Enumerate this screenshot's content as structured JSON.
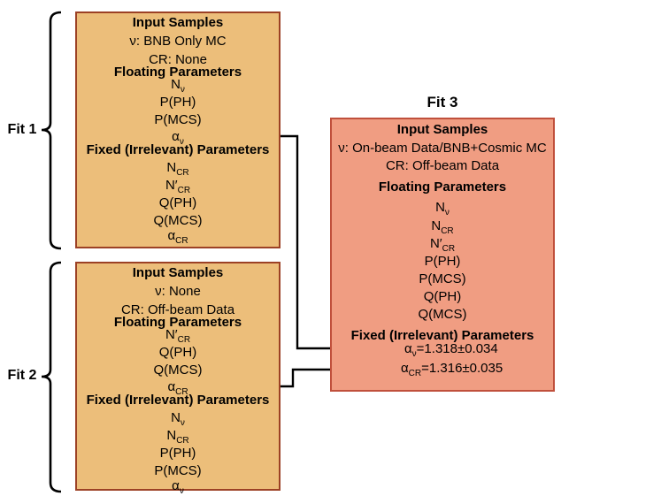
{
  "colors": {
    "tan_fill": "#ecbe7a",
    "tan_border": "#9c4125",
    "salmon_fill": "#f09d82",
    "salmon_border": "#c0503c",
    "connector": "#000000"
  },
  "fit1": {
    "label": "Fit 1",
    "input_header": "Input Samples",
    "nu_sample": "ν: BNB Only MC",
    "cr_sample": "CR: None",
    "floating_header": "Floating Parameters",
    "floating": [
      {
        "base": "N",
        "sub": "ν"
      },
      {
        "base": "P(PH)",
        "sub": ""
      },
      {
        "base": "P(MCS)",
        "sub": ""
      },
      {
        "base": "α",
        "sub": "ν"
      }
    ],
    "fixed_header": "Fixed (Irrelevant) Parameters",
    "fixed": [
      {
        "base": "N",
        "sub": "CR"
      },
      {
        "base": "N′",
        "sub": "CR"
      },
      {
        "base": "Q(PH)",
        "sub": ""
      },
      {
        "base": "Q(MCS)",
        "sub": ""
      },
      {
        "base": "α",
        "sub": "CR"
      }
    ]
  },
  "fit2": {
    "label": "Fit 2",
    "input_header": "Input Samples",
    "nu_sample": "ν: None",
    "cr_sample": "CR: Off-beam Data",
    "floating_header": "Floating Parameters",
    "floating": [
      {
        "base": "N′",
        "sub": "CR"
      },
      {
        "base": "Q(PH)",
        "sub": ""
      },
      {
        "base": "Q(MCS)",
        "sub": ""
      },
      {
        "base": "α",
        "sub": "CR"
      }
    ],
    "fixed_header": "Fixed (Irrelevant) Parameters",
    "fixed": [
      {
        "base": "N",
        "sub": "ν"
      },
      {
        "base": "N",
        "sub": "CR"
      },
      {
        "base": "P(PH)",
        "sub": ""
      },
      {
        "base": "P(MCS)",
        "sub": ""
      },
      {
        "base": "α",
        "sub": "ν"
      }
    ]
  },
  "fit3": {
    "title": "Fit 3",
    "input_header": "Input Samples",
    "nu_sample": "ν: On-beam Data/BNB+Cosmic MC",
    "cr_sample": "CR: Off-beam Data",
    "floating_header": "Floating Parameters",
    "floating": [
      {
        "base": "N",
        "sub": "ν"
      },
      {
        "base": "N",
        "sub": "CR"
      },
      {
        "base": "N′",
        "sub": "CR"
      },
      {
        "base": "P(PH)",
        "sub": ""
      },
      {
        "base": "P(MCS)",
        "sub": ""
      },
      {
        "base": "Q(PH)",
        "sub": ""
      },
      {
        "base": "Q(MCS)",
        "sub": ""
      }
    ],
    "fixed_header": "Fixed (Irrelevant) Parameters",
    "fixed": [
      {
        "base": "α",
        "sub": "ν",
        "rest": "=1.318±0.034"
      },
      {
        "base": "α",
        "sub": "CR",
        "rest": "=1.316±0.035"
      }
    ]
  }
}
